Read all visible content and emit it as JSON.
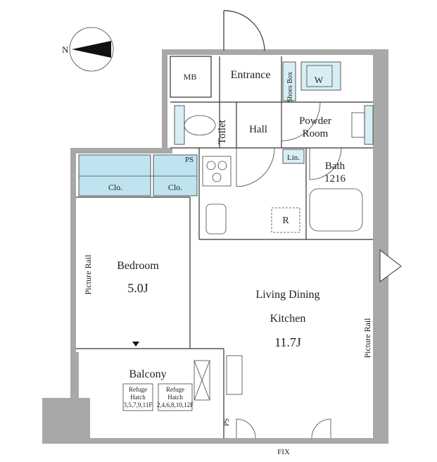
{
  "compass": {
    "north_letter": "N"
  },
  "rooms": {
    "mb": "MB",
    "entrance": "Entrance",
    "shoes_box": "Shoes Box",
    "washer": "W",
    "toilet": "Toilet",
    "hall": "Hall",
    "powder_room_line1": "Powder",
    "powder_room_line2": "Room",
    "ps_top": "PS",
    "lin": "Lin.",
    "bath": "Bath",
    "bath_size": "1216",
    "closet_left": "Clo.",
    "closet_right": "Clo.",
    "fridge": "R",
    "bedroom": "Bedroom",
    "bedroom_size": "5.0J",
    "picture_rail_left": "Picture Rail",
    "ldk_line1": "Living Dining",
    "ldk_line2": "Kitchen",
    "ldk_size": "11.7J",
    "picture_rail_right": "Picture Rail",
    "balcony": "Balcony",
    "hatch1_line1": "Refuge",
    "hatch1_line2": "Hatch",
    "hatch1_floors": "3,5,7,9,11F",
    "hatch2_line1": "Refuge",
    "hatch2_line2": "Hatch",
    "hatch2_floors": "2,4,6,8,10,12F",
    "ps_bottom": "PS",
    "fix": "FIX"
  },
  "colors": {
    "wall": "#a8a8a8",
    "closet": "#bfe3ef"
  }
}
